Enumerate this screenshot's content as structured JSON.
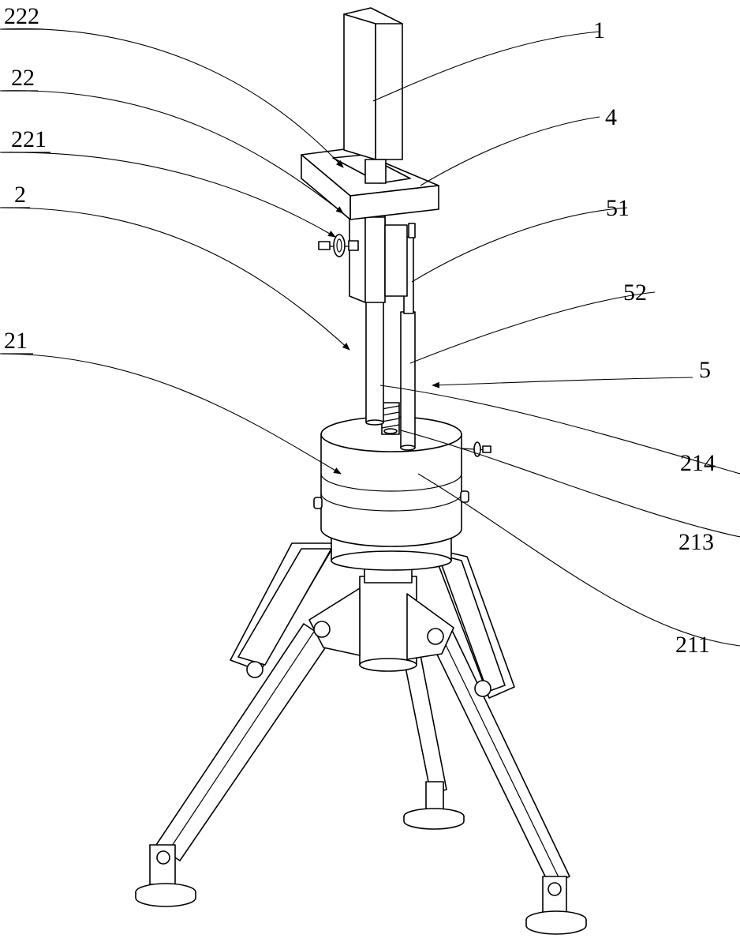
{
  "labels": {
    "l222": "222",
    "l22": "22",
    "l221": "221",
    "l2": "2",
    "l21": "21",
    "l1": "1",
    "l4": "4",
    "l51": "51",
    "l52": "52",
    "l5": "5",
    "l214": "214",
    "l213": "213",
    "l211": "211"
  }
}
